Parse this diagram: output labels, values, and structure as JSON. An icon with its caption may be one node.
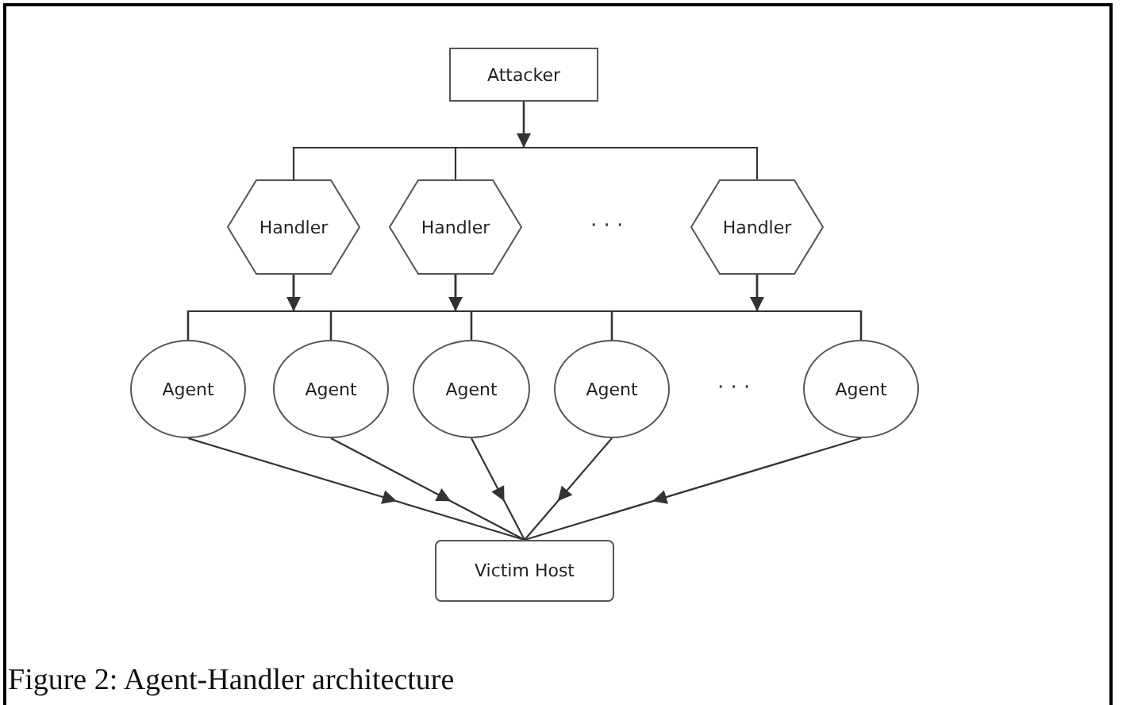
{
  "diagram": {
    "caption": "Figure 2: Agent-Handler architecture",
    "nodes": [
      {
        "text": [
          "Attacker"
        ]
      },
      {
        "text": [
          "Handler"
        ]
      },
      {
        "text": [
          "Handler"
        ]
      },
      {
        "text": [
          "Handler"
        ]
      },
      {
        "text": [
          "Agent"
        ]
      },
      {
        "text": [
          "Agent"
        ]
      },
      {
        "text": [
          "Agent"
        ]
      },
      {
        "text": [
          "Agent"
        ]
      },
      {
        "text": [
          "Agent"
        ]
      },
      {
        "text": [
          "Victim Host"
        ]
      }
    ],
    "edges": [
      {
        "from": 0,
        "to": 1,
        "arrow": "to"
      },
      {
        "from": 0,
        "to": 2,
        "arrow": "to"
      },
      {
        "from": 0,
        "to": 3,
        "arrow": "to"
      },
      {
        "from": 1,
        "to": 4,
        "arrow": "to"
      },
      {
        "from": 1,
        "to": 5,
        "arrow": "to"
      },
      {
        "from": 1,
        "to": 6,
        "arrow": "to"
      },
      {
        "from": 1,
        "to": 7,
        "arrow": "to"
      },
      {
        "from": 1,
        "to": 8,
        "arrow": "to"
      },
      {
        "from": 2,
        "to": 4,
        "arrow": "to"
      },
      {
        "from": 2,
        "to": 5,
        "arrow": "to"
      },
      {
        "from": 2,
        "to": 6,
        "arrow": "to"
      },
      {
        "from": 2,
        "to": 7,
        "arrow": "to"
      },
      {
        "from": 2,
        "to": 8,
        "arrow": "to"
      },
      {
        "from": 3,
        "to": 4,
        "arrow": "to"
      },
      {
        "from": 3,
        "to": 5,
        "arrow": "to"
      },
      {
        "from": 3,
        "to": 6,
        "arrow": "to"
      },
      {
        "from": 3,
        "to": 7,
        "arrow": "to"
      },
      {
        "from": 3,
        "to": 8,
        "arrow": "to"
      },
      {
        "from": 4,
        "to": 9,
        "arrow": "to"
      },
      {
        "from": 5,
        "to": 9,
        "arrow": "to"
      },
      {
        "from": 6,
        "to": 9,
        "arrow": "to"
      },
      {
        "from": 7,
        "to": 9,
        "arrow": "to"
      },
      {
        "from": 8,
        "to": 9,
        "arrow": "to"
      }
    ],
    "labels": [
      "· · ·",
      "· · ·"
    ]
  }
}
